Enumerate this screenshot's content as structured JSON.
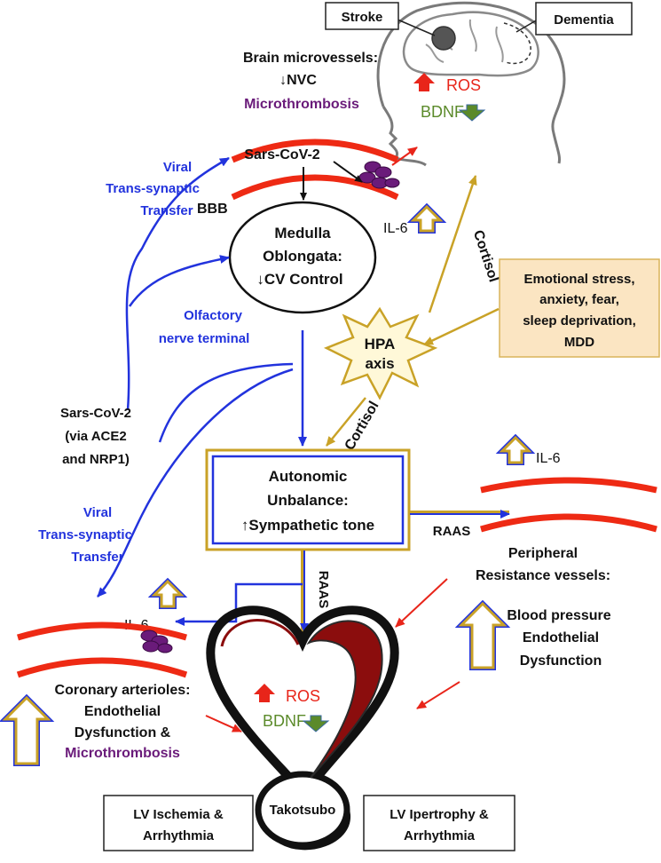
{
  "colors": {
    "gold": "#c9a227",
    "blue": "#2233dd",
    "red": "#e8251a",
    "green": "#5b8a2a",
    "purple": "#6a1b7a",
    "heart_dark_red": "#8b0d0d",
    "stress_box_fill": "#fbe5c2"
  },
  "icons": [
    "brain-head-icon",
    "heart-icon",
    "star-burst-icon",
    "up-arrow-icon",
    "down-arrow-icon",
    "vessel-arc-icon",
    "platelet-cluster-icon"
  ],
  "head": {
    "stroke_label": "Stroke",
    "dementia_label": "Dementia",
    "ros": "ROS",
    "bdnf": "BDNF"
  },
  "brain_microvessels": {
    "line1": "Brain microvessels:",
    "line2": "↓NVC",
    "line3": "Microthrombosis"
  },
  "bbb": {
    "sars_label": "Sars-CoV-2",
    "bbb_label": "BBB",
    "il6": "IL-6"
  },
  "medulla": {
    "line1": "Medulla",
    "line2": "Oblongata:",
    "line3": "↓CV Control"
  },
  "viral_top": {
    "line1": "Viral",
    "line2": "Trans-synaptic",
    "line3": "Transfer"
  },
  "olfactory": {
    "line1": "Olfactory",
    "line2": "nerve terminal"
  },
  "sars_entry": {
    "line1": "Sars-CoV-2",
    "line2": "(via ACE2",
    "line3": "and NRP1)"
  },
  "viral_bottom": {
    "line1": "Viral",
    "line2": "Trans-synaptic",
    "line3": "Transfer"
  },
  "cortisol_upper": "Cortisol",
  "cortisol_lower": "Cortisol",
  "hpa": {
    "line1": "HPA",
    "line2": "axis"
  },
  "stress": {
    "line1": "Emotional stress,",
    "line2": "anxiety, fear,",
    "line3": "sleep deprivation,",
    "line4": "MDD"
  },
  "autonomic": {
    "line1": "Autonomic",
    "line2": "Unbalance:",
    "line3": "↑Sympathetic tone"
  },
  "raas_right": "RAAS",
  "raas_down": "RAAS",
  "peripheral": {
    "il6": "IL-6",
    "line1": "Peripheral",
    "line2": "Resistance vessels:",
    "line3": "Blood pressure",
    "line4": "Endothelial",
    "line5": "Dysfunction"
  },
  "coronary": {
    "il6": "IL-6",
    "line1": "Coronary arterioles:",
    "line2": "Endothelial",
    "line3": "Dysfunction &",
    "line4": "Microthrombosis"
  },
  "heart": {
    "ros": "ROS",
    "bdnf": "BDNF",
    "takotsubo": "Takotsubo"
  },
  "lv_left": {
    "line1": "LV Ischemia &",
    "line2": "Arrhythmia"
  },
  "lv_right": {
    "line1": "LV Ipertrophy &",
    "line2": "Arrhythmia"
  }
}
